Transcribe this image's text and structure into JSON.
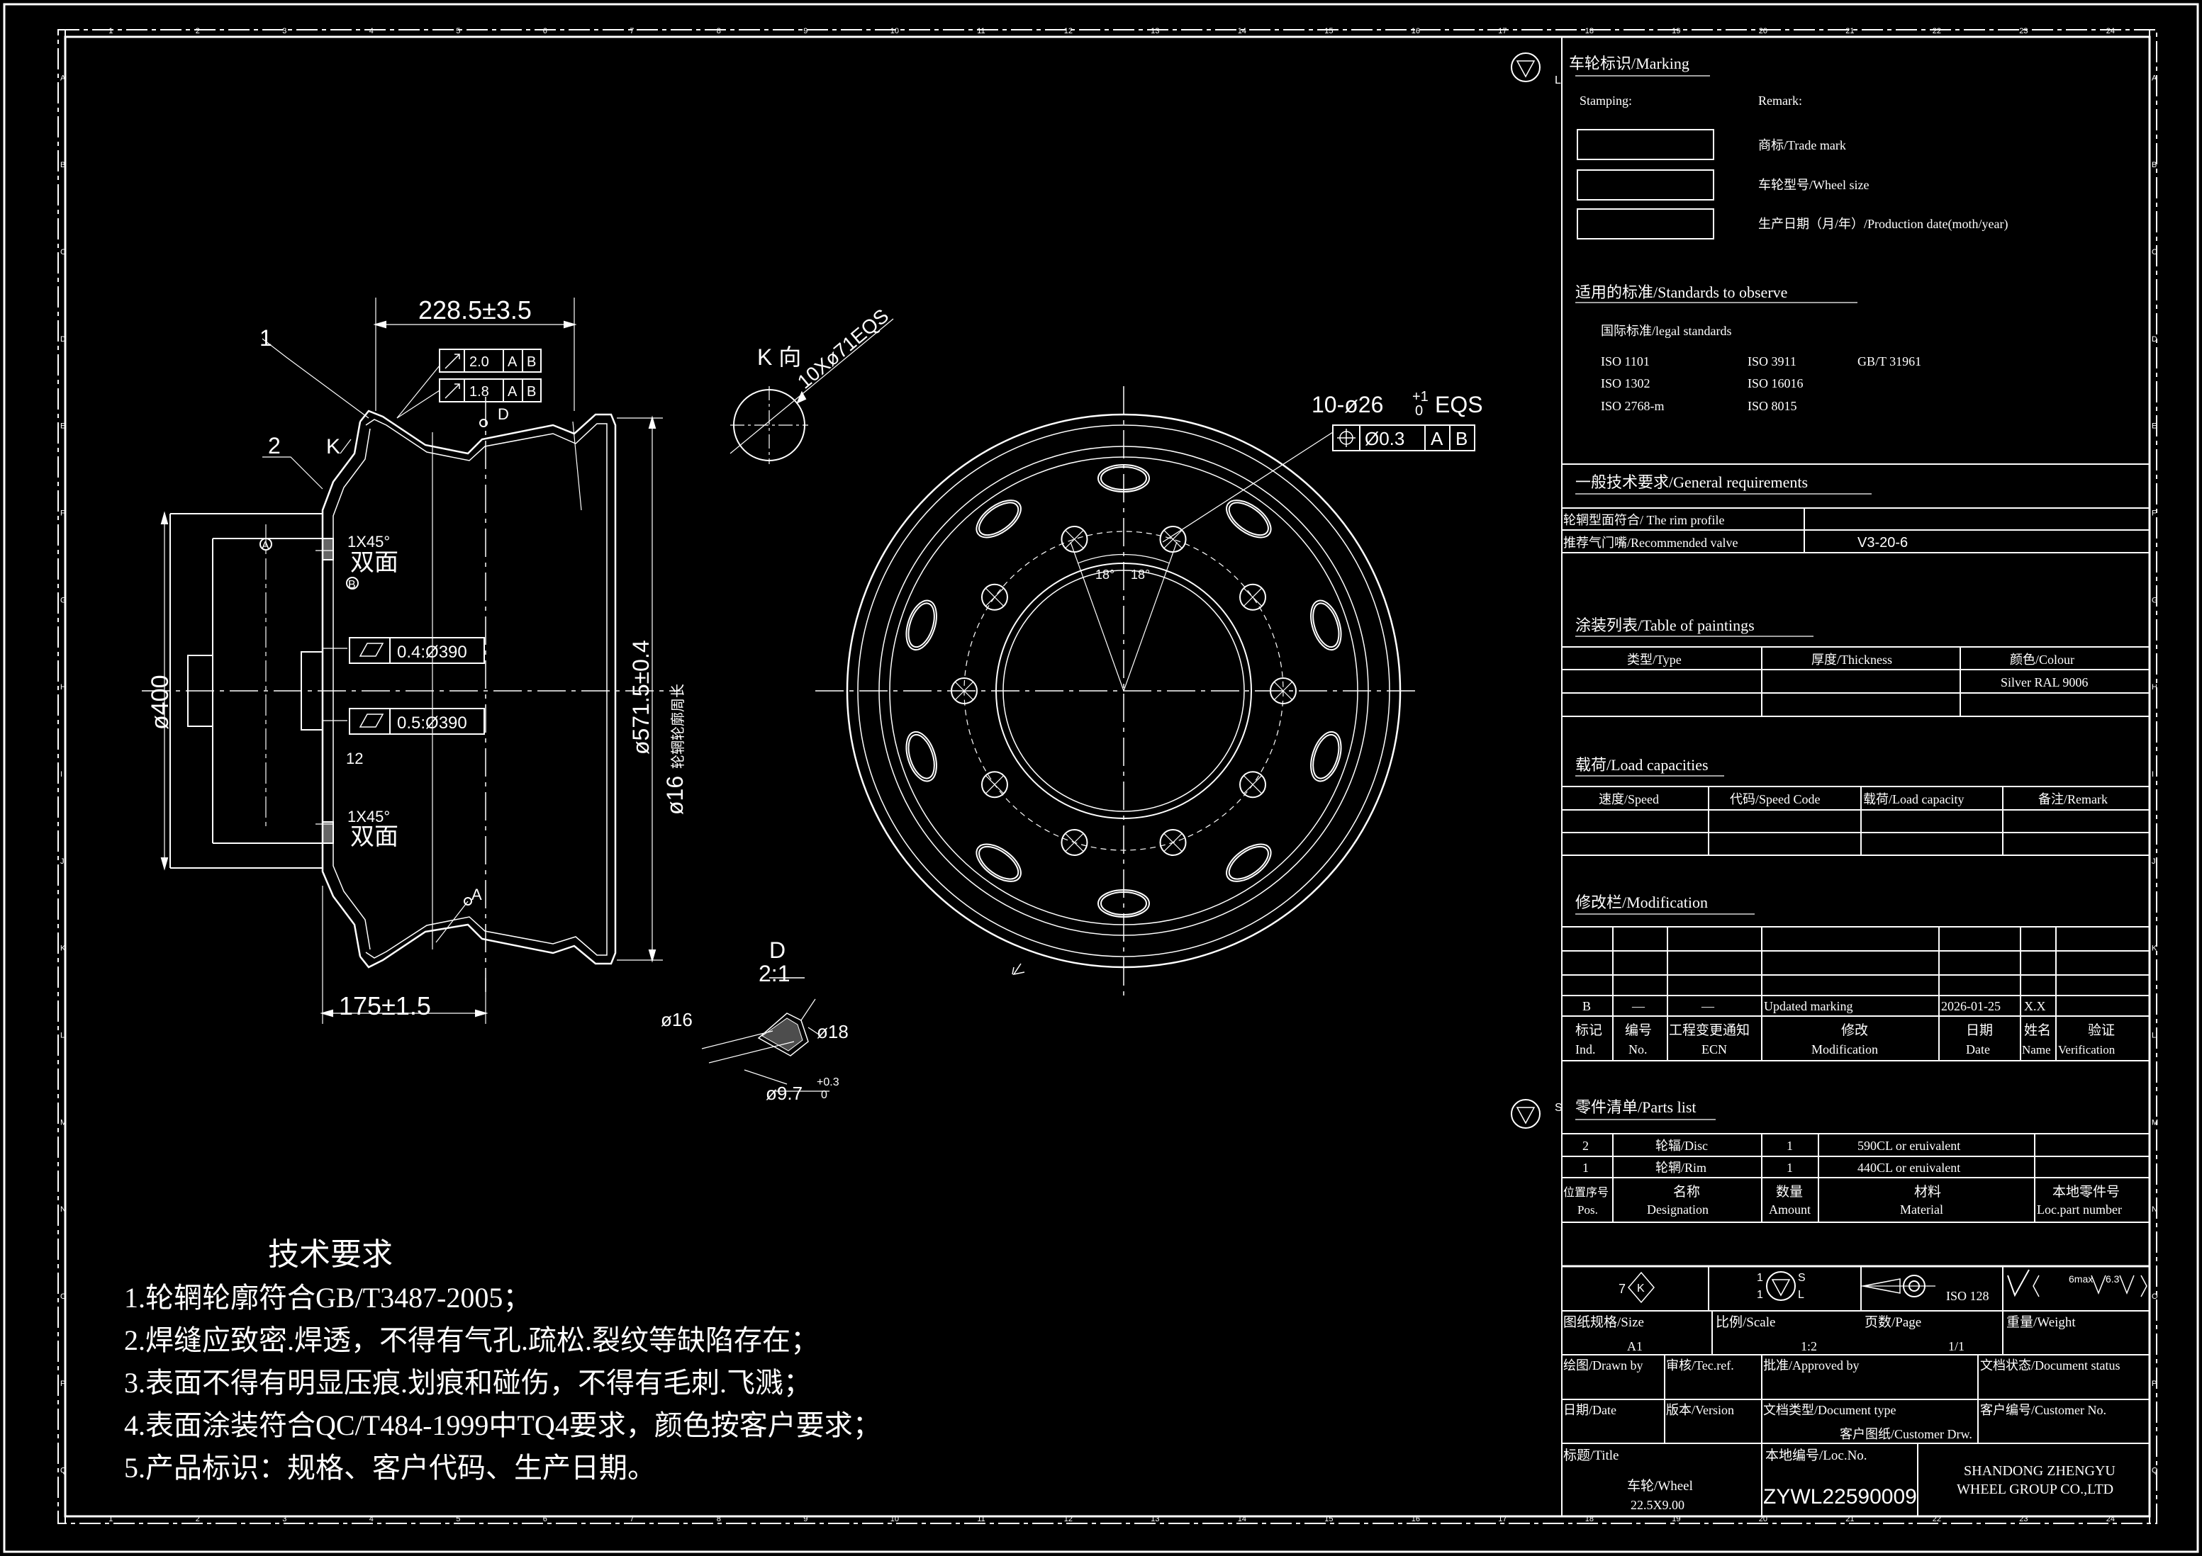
{
  "drawing_views": {
    "section_dims": {
      "width_top": "228.5±3.5",
      "width_bottom": "175±1.5",
      "bore_dia": "ø400",
      "rim_dia": "ø571.5±0.4",
      "rim_circ": "ø16",
      "rim_circ_cn": "轮辋轮廓周长",
      "callout_1": "1",
      "callout_2": "2",
      "label_k": "K",
      "label_d": "D",
      "label_a": "A",
      "label_b": "B",
      "chamfer": "1X45°",
      "double_side": "双面",
      "flatness_1": "0.4:Ø390",
      "flatness_2": "0.5:Ø390",
      "small_dim": "12",
      "runout_1_val": "2.0",
      "runout_2_val": "1.8",
      "datum_a": "A",
      "datum_b": "B"
    },
    "k_view": {
      "title": "K 向",
      "holes": "10Xø71EQS"
    },
    "front_view": {
      "holes": "10-ø26",
      "tol_upper": "+1",
      "tol_lower": "0",
      "eqs": "EQS",
      "pos_tol": "Ø0.3",
      "angle": "18°"
    },
    "detail_d": {
      "title": "D",
      "scale": "2:1",
      "d16": "ø16",
      "d18": "ø18",
      "d97": "ø9.7",
      "d97_tol": "+0.3",
      "d97_tol_low": "0"
    }
  },
  "tech_requirements": {
    "title": "技术要求",
    "items": [
      "1.轮辋轮廓符合GB/T3487-2005；",
      "2.焊缝应致密.焊透，不得有气孔.疏松.裂纹等缺陷存在；",
      "3.表面不得有明显压痕.划痕和碰伤，不得有毛刺.飞溅；",
      "4.表面涂装符合QC/T484-1999中TQ4要求，颜色按客户要求；",
      "5.产品标识：规格、客户代码、生产日期。"
    ]
  },
  "title_block": {
    "sym_l": "L",
    "sym_s": "S",
    "marking": {
      "title": "车轮标识/Marking",
      "stamping": "Stamping:",
      "remark": "Remark:",
      "rows": [
        "商标/Trade mark",
        "车轮型号/Wheel size",
        "生产日期（月/年）/Production date(moth/year)"
      ]
    },
    "standards": {
      "title": "适用的标准/Standards to observe",
      "subtitle": "国际标准/legal standards",
      "col1": [
        "ISO 1101",
        "ISO 1302",
        "ISO 2768-m"
      ],
      "col2": [
        "ISO 3911",
        "ISO 16016",
        "ISO 8015"
      ],
      "col3": [
        "GB/T 31961"
      ]
    },
    "general": {
      "title": "一般技术要求/General requirements",
      "rim_profile": "轮辋型面符合/ The rim profile",
      "valve": "推荐气门嘴/Recommended valve",
      "valve_value": "V3-20-6"
    },
    "paintings": {
      "title": "涂装列表/Table of paintings",
      "headers": [
        "类型/Type",
        "厚度/Thickness",
        "颜色/Colour"
      ],
      "colour": "Silver RAL 9006"
    },
    "loads": {
      "title": "载荷/Load capacities",
      "headers": [
        "速度/Speed",
        "代码/Speed Code",
        "载荷/Load capacity",
        "备注/Remark"
      ]
    },
    "modification": {
      "title": "修改栏/Modification",
      "row": [
        "B",
        "—",
        "—",
        "Updated marking",
        "2026-01-25",
        "X.X"
      ],
      "headers_cn": [
        "标记",
        "编号",
        "工程变更通知",
        "修改",
        "日期",
        "姓名",
        "验证"
      ],
      "headers_en": [
        "Ind.",
        "No.",
        "ECN",
        "Modification",
        "Date",
        "Name",
        "Verification"
      ]
    },
    "parts": {
      "title": "零件清单/Parts list",
      "rows": [
        [
          "2",
          "轮辐/Disc",
          "1",
          "590CL or eruivalent"
        ],
        [
          "1",
          "轮辋/Rim",
          "1",
          "440CL or eruivalent"
        ]
      ],
      "headers_cn": [
        "位置序号",
        "名称",
        "数量",
        "材料",
        "本地零件号"
      ],
      "headers_en": [
        "Pos.",
        "Designation",
        "Amount",
        "Material",
        "Loc.part number"
      ]
    },
    "symbols": {
      "k_num": "7",
      "k_letter": "K",
      "ls_top": "1",
      "ls_bot": "1",
      "ls_s": "S",
      "ls_l": "L",
      "iso": "ISO 128",
      "rough": "6max",
      "rough2": "6.3"
    },
    "info": {
      "size_label": "图纸规格/Size",
      "size": "A1",
      "scale_label": "比例/Scale",
      "scale": "1:2",
      "page_label": "页数/Page",
      "page": "1/1",
      "weight_label": "重量/Weight",
      "drawn": "绘图/Drawn by",
      "tech": "审核/Tec.ref.",
      "approved": "批准/Approved by",
      "doc_status": "文档状态/Document status",
      "date": "日期/Date",
      "version": "版本/Version",
      "doc_type": "文档类型/Document type",
      "doc_type_val": "客户图纸/Customer Drw.",
      "customer": "客户编号/Customer No.",
      "title_label": "标题/Title",
      "title_cn": "车轮/Wheel",
      "title_size": "22.5X9.00",
      "loc_label": "本地编号/Loc.No.",
      "loc_no": "ZYWL22590009",
      "company_1": "SHANDONG ZHENGYU",
      "company_2": "WHEEL GROUP CO.,LTD"
    }
  }
}
